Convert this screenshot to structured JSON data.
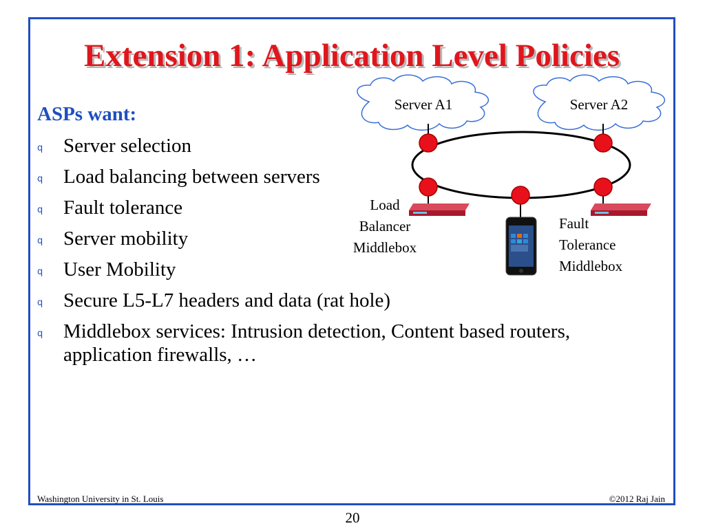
{
  "slide": {
    "title": "Extension 1: Application Level Policies",
    "subtitle": "ASPs want:",
    "bullet_marker": "q",
    "bullets": [
      {
        "text": "Server selection"
      },
      {
        "text": "Load balancing between servers"
      },
      {
        "text": "Fault tolerance"
      },
      {
        "text": "Server mobility"
      },
      {
        "text": "User Mobility"
      },
      {
        "text": "Secure L5-L7 headers and data (rat hole)"
      },
      {
        "text": "Middlebox services: Intrusion detection, Content based routers,",
        "continuation": "application firewalls, …"
      }
    ]
  },
  "diagram": {
    "server_a1": "Server A1",
    "server_a2": "Server A2",
    "load_balancer": [
      "Load",
      "Balancer",
      "Middlebox"
    ],
    "fault_tolerance": [
      "Fault",
      "Tolerance",
      "Middlebox"
    ],
    "colors": {
      "node": "#e8111b",
      "cloud_stroke": "#3a6fd8",
      "cloud_fill": "#ffffff",
      "device": "#c6213a"
    }
  },
  "footer": {
    "left": "Washington University in St. Louis",
    "right": "©2012 Raj Jain",
    "page_number": "20"
  }
}
